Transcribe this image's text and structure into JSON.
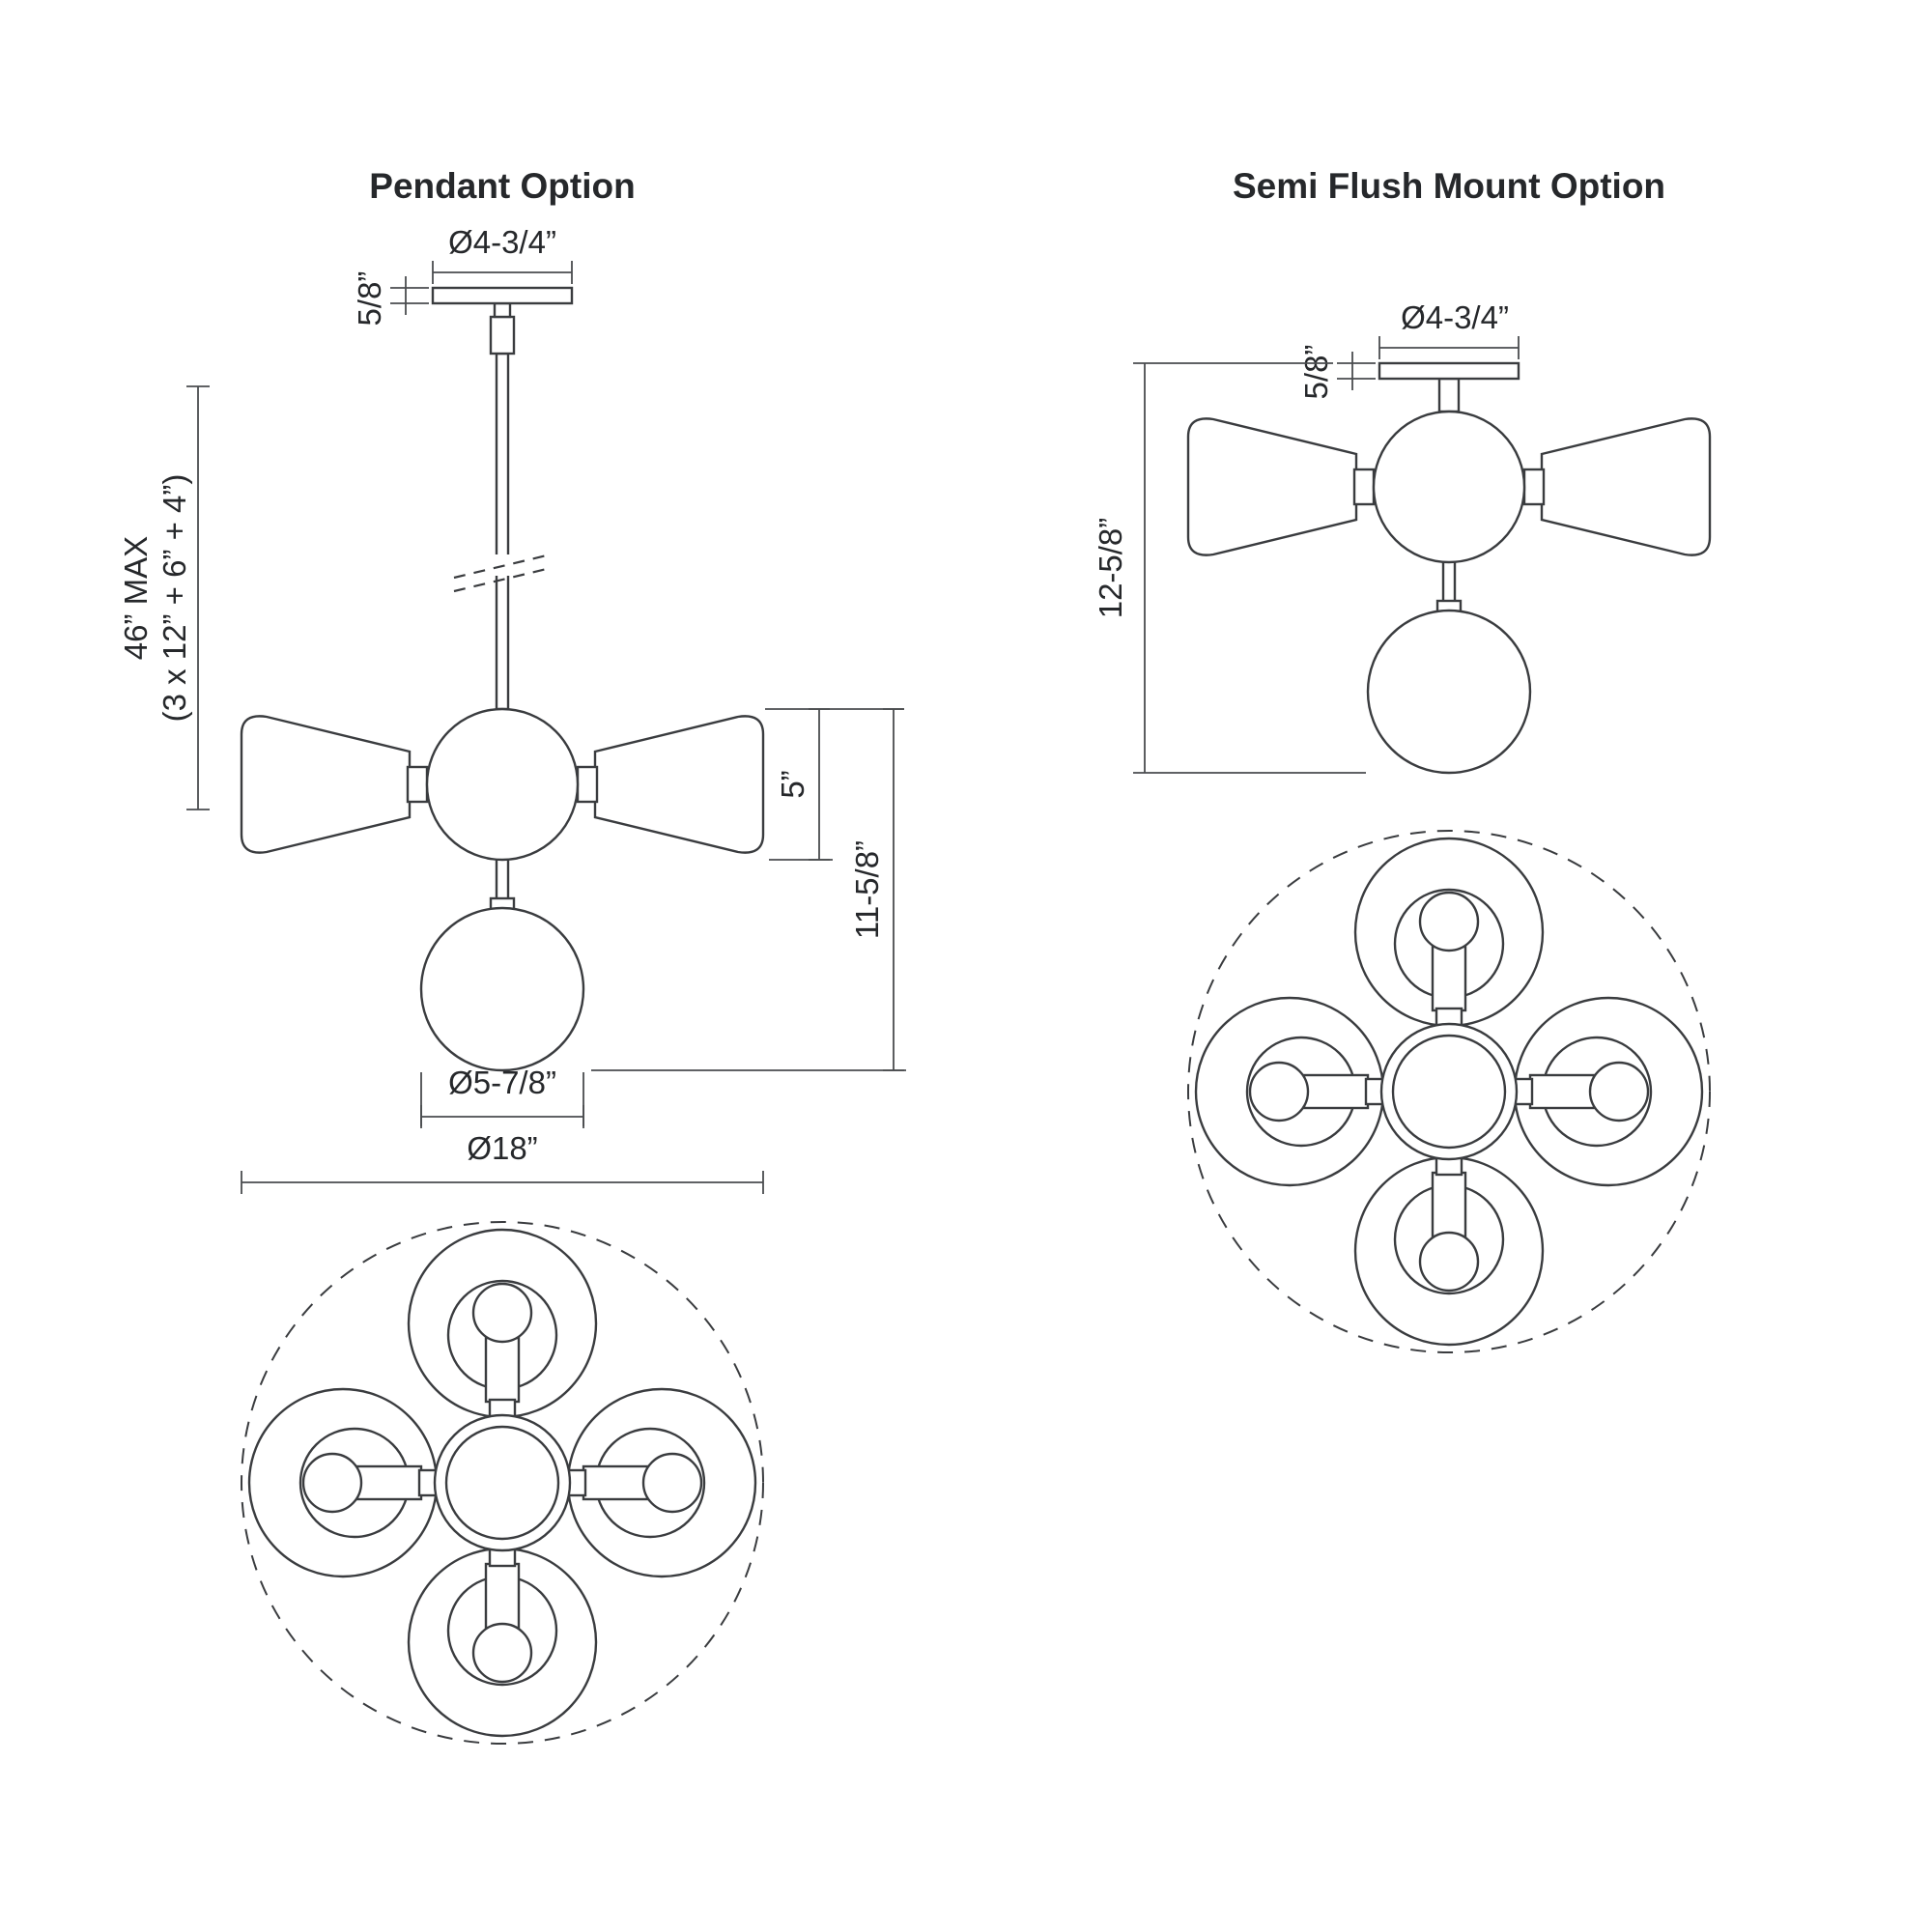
{
  "line_color": "#3a3c3f",
  "pendant": {
    "title": "Pendant Option",
    "dims": {
      "canopy_dia": "Ø4-3/4”",
      "canopy_thk": "5/8”",
      "max_drop_line1": "46” MAX",
      "max_drop_line2": "(3 x 12” + 6” + 4”)",
      "globe_height": "5”",
      "body_height": "11-5/8”",
      "bottom_globe_dia": "Ø5-7/8”",
      "overall_dia": "Ø18”"
    }
  },
  "semi_flush": {
    "title": "Semi Flush Mount Option",
    "dims": {
      "canopy_dia": "Ø4-3/4”",
      "canopy_thk": "5/8”",
      "overall_height": "12-5/8”"
    }
  }
}
